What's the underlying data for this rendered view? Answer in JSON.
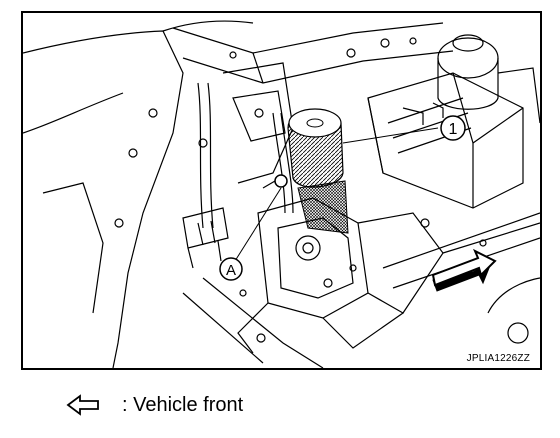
{
  "figure": {
    "code": "JPLIA1226ZZ",
    "callouts": {
      "part_1": "1",
      "location_a": "A"
    },
    "icons": {
      "direction_arrow": "arrow-left-icon"
    }
  },
  "legend": {
    "text": ": Vehicle front",
    "icon": "hollow-arrow-left-icon"
  }
}
